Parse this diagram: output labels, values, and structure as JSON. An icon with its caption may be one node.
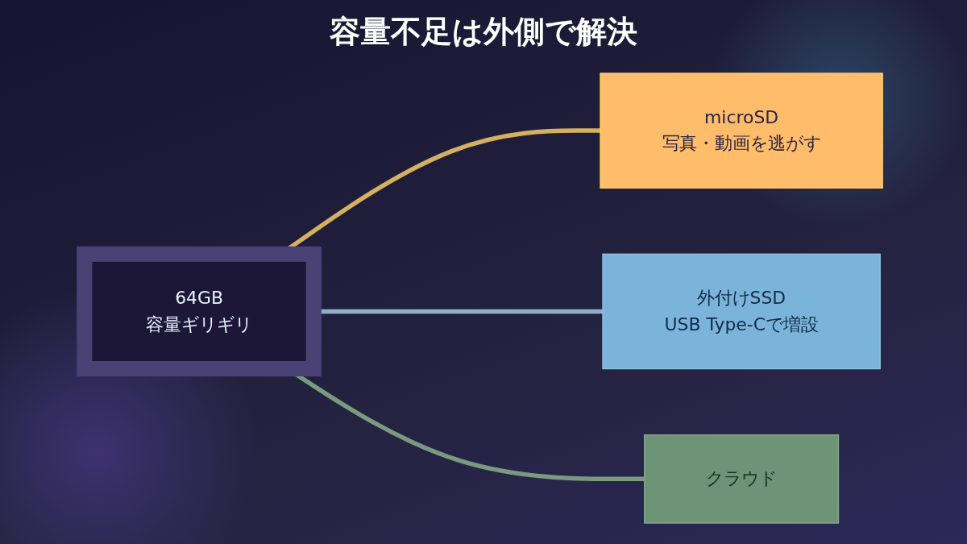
{
  "diagram": {
    "title": "容量不足は外側で解決",
    "nodes": [
      {
        "text": [
          "64GB",
          "容量ギリギリ"
        ]
      },
      {
        "text": [
          "microSD",
          "写真・動画を逃がす"
        ]
      },
      {
        "text": [
          "外付けSSD",
          "USB Type-Cで増設"
        ]
      },
      {
        "text": [
          "クラウド"
        ]
      }
    ],
    "edges": [
      {
        "from": 0,
        "to": 1,
        "arrow": "none",
        "color": "#d4b060"
      },
      {
        "from": 0,
        "to": 2,
        "arrow": "none",
        "color": "#8fb0c8"
      },
      {
        "from": 0,
        "to": 3,
        "arrow": "none",
        "color": "#7a9a80"
      }
    ]
  }
}
